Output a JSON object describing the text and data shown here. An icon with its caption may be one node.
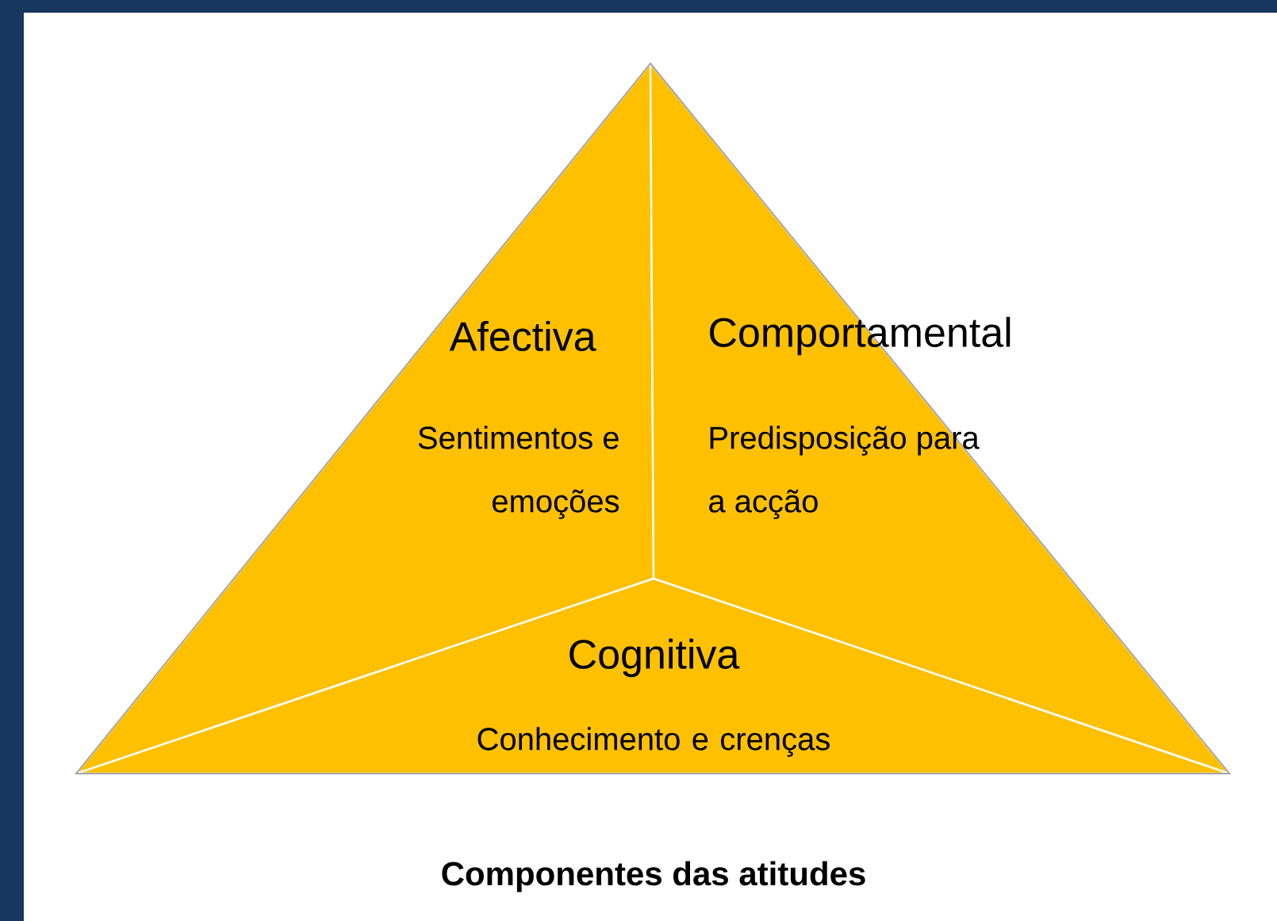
{
  "diagram": {
    "caption": "Componentes das atitudes",
    "nodes": [
      {
        "text": [
          "Afectiva",
          "Sentimentos e emoções"
        ]
      },
      {
        "text": [
          "Comportamental",
          "Predisposição para a acção"
        ]
      },
      {
        "text": [
          "Cognitiva",
          "Conhecimento e crenças"
        ]
      }
    ]
  }
}
